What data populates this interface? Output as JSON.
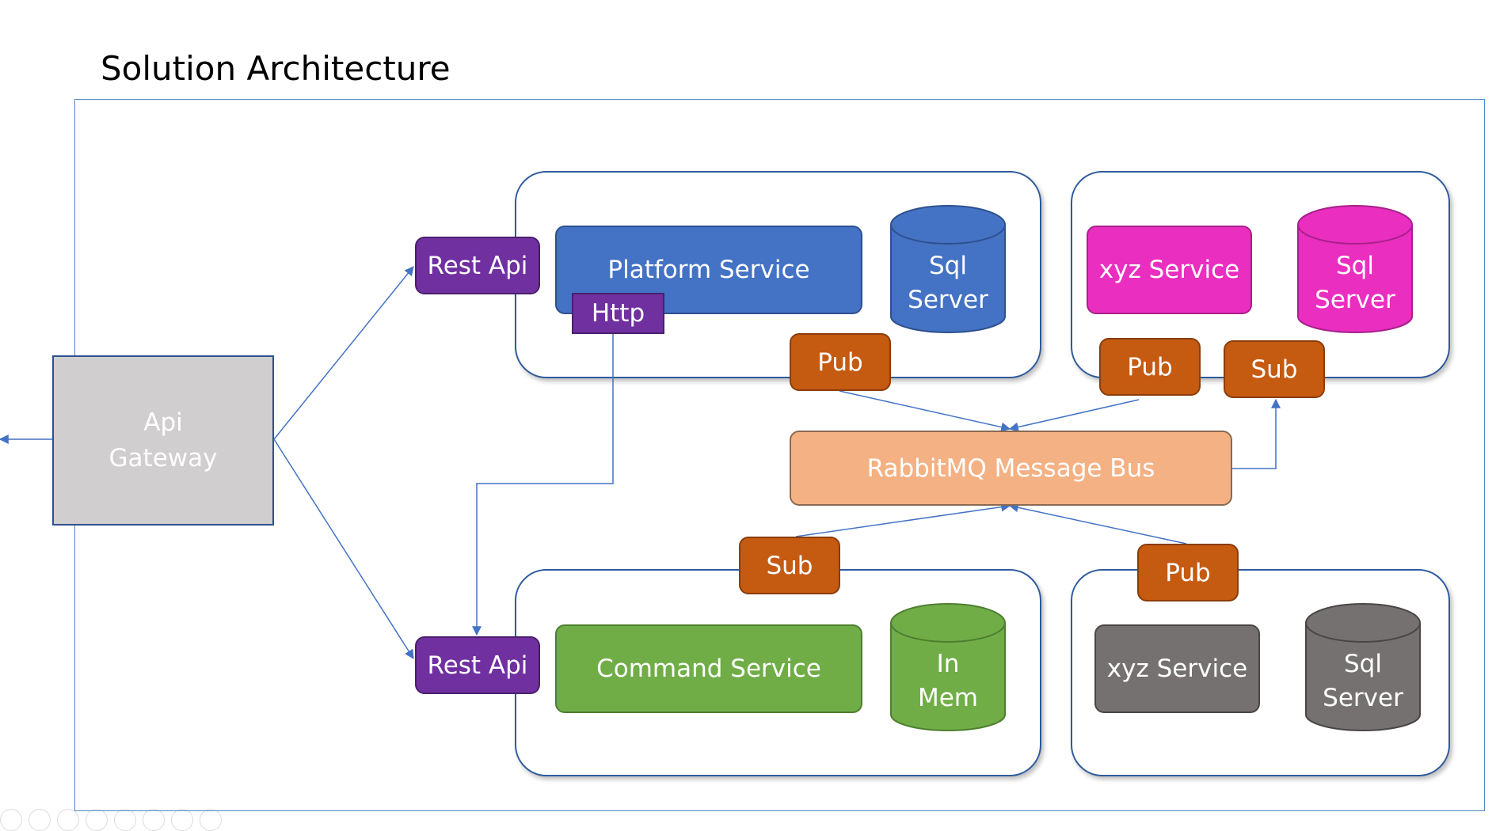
{
  "title": "Solution Architecture",
  "gateway": {
    "line1": "Api",
    "line2": "Gateway"
  },
  "rest_api_top": "Rest Api",
  "rest_api_bottom": "Rest Api",
  "http": "Http",
  "platform_service": "Platform Service",
  "command_service": "Command Service",
  "xyz_service_top": "xyz Service",
  "xyz_service_bottom": "xyz Service",
  "rabbitmq": "RabbitMQ Message Bus",
  "db_platform": {
    "line1": "Sql",
    "line2": "Server"
  },
  "db_xyz_top": {
    "line1": "Sql",
    "line2": "Server"
  },
  "db_command": {
    "line1": "In",
    "line2": "Mem"
  },
  "db_xyz_bottom": {
    "line1": "Sql",
    "line2": "Server"
  },
  "pub_platform": "Pub",
  "pub_xyz_top": "Pub",
  "sub_xyz_top": "Sub",
  "sub_command": "Sub",
  "pub_xyz_bottom": "Pub",
  "colors": {
    "blue_service": "#4472c4",
    "pink_service": "#ea2ec0",
    "green_service": "#70ad47",
    "gray_service": "#767171",
    "purple_api": "#7030a0",
    "orange_pubsub": "#c55a11",
    "rabbitmq": "#f4b183",
    "gateway": "#d0cece",
    "connector": "#4472c4"
  }
}
